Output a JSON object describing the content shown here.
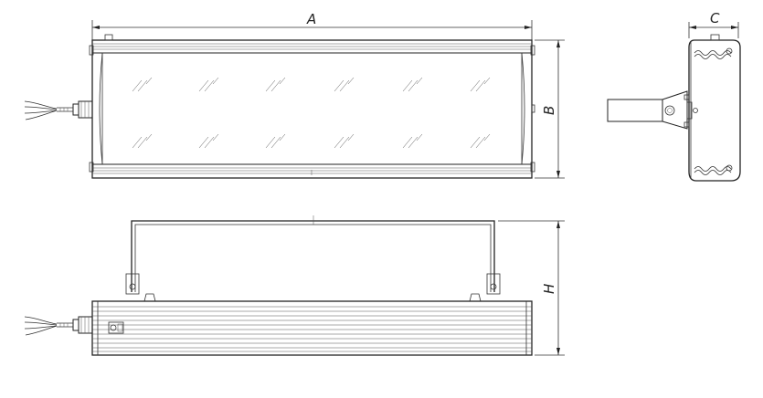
{
  "dimensions": {
    "length_label": "A",
    "height_label": "B",
    "depth_label": "C",
    "total_height_label": "H"
  },
  "colors": {
    "line": "#222222",
    "background": "#ffffff"
  }
}
